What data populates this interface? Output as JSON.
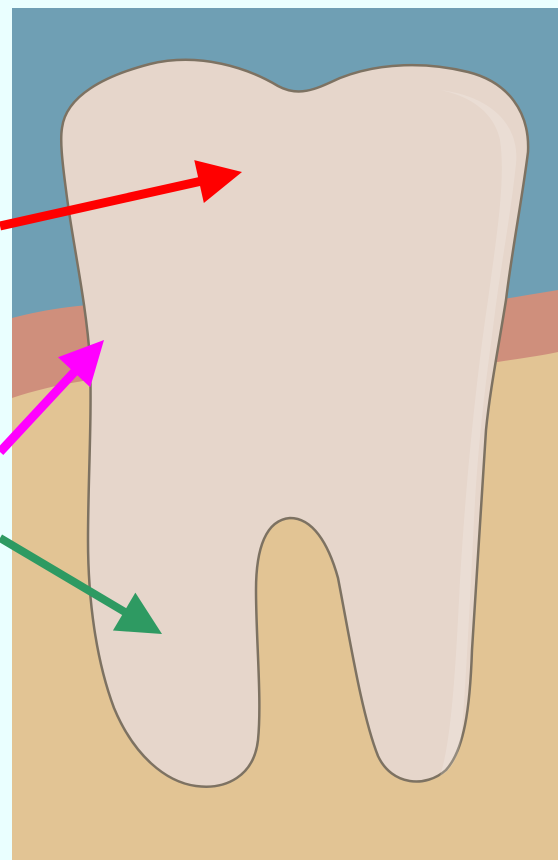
{
  "diagram": {
    "subject": "molar-tooth",
    "background_color": "#eaffff",
    "colors": {
      "sky": "#6f9fb4",
      "gum": "#cf8f7c",
      "bone": "#e2c494",
      "tooth_fill": "#e6d6cb",
      "tooth_outline": "#7d7262"
    },
    "arrows": [
      {
        "id": "crown-arrow",
        "color": "#ff0000",
        "target": "crown"
      },
      {
        "id": "neck-arrow",
        "color": "#ff00ff",
        "target": "neck"
      },
      {
        "id": "root-arrow",
        "color": "#2e9a62",
        "target": "root"
      }
    ]
  }
}
